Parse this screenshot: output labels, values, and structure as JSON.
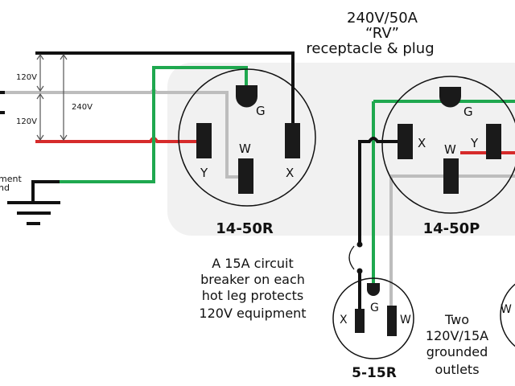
{
  "title": {
    "line1": "240V/50A",
    "line2": "“RV”",
    "line3": "receptacle & plug"
  },
  "voltage_labels": {
    "upper_leg": "120V",
    "lower_leg": "120V",
    "across": "240V"
  },
  "ground_label": {
    "line1": "ment",
    "line2": "nd"
  },
  "receptacle_14_50r": {
    "name": "14-50R",
    "pins": {
      "ground": "G",
      "neutral": "W",
      "hot_y": "Y",
      "hot_x": "X"
    }
  },
  "plug_14_50p": {
    "name": "14-50P",
    "pins": {
      "ground": "G",
      "neutral": "W",
      "hot_y": "Y",
      "hot_x": "X"
    }
  },
  "outlet_5_15r": {
    "name": "5-15R",
    "pins": {
      "ground": "G",
      "neutral": "W",
      "hot": "X"
    }
  },
  "second_outlet": {
    "pins": {
      "neutral": "W"
    }
  },
  "breaker_note": {
    "line1": "A 15A circuit",
    "line2": "breaker on each",
    "line3": "hot leg protects",
    "line4": "120V equipment"
  },
  "outlets_note": {
    "line1": "Two",
    "line2": "120V/15A",
    "line3": "grounded",
    "line4": "outlets"
  },
  "colors": {
    "hot_x": "#111111",
    "hot_y": "#d62b2b",
    "neutral": "#bdbdbd",
    "ground": "#1fa84f",
    "panel_bg": "#f2f2f2"
  }
}
